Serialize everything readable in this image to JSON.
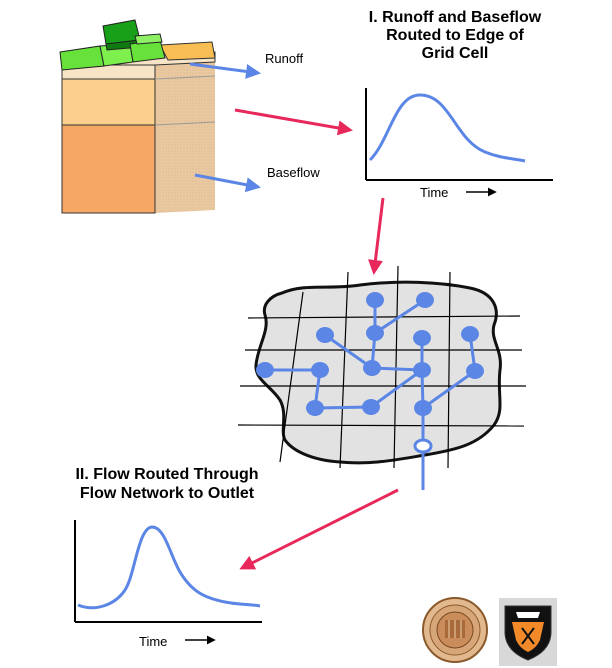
{
  "labels": {
    "runoff": "Runoff",
    "baseflow": "Baseflow"
  },
  "section1": {
    "title_lines": [
      "I. Runoff and Baseflow",
      "Routed to Edge of",
      "Grid Cell"
    ],
    "time_label": "Time"
  },
  "section2": {
    "title_lines": [
      "II. Flow Routed Through",
      "Flow Network to Outlet"
    ],
    "time_label": "Time"
  },
  "colors": {
    "flow_blue": "#5b86e5",
    "routing_arrow": "#e8285a",
    "network_fill": "#e2e2e2",
    "soil_top": "#f7e3c6",
    "soil_middle": "#fbd08e",
    "soil_bottom": "#f6a766",
    "vegetation": "#66e23a",
    "vegetation_dark": "#18a018",
    "bare_patch": "#f9be53"
  },
  "icons": [
    "university-seal-icon",
    "princeton-shield-icon"
  ]
}
